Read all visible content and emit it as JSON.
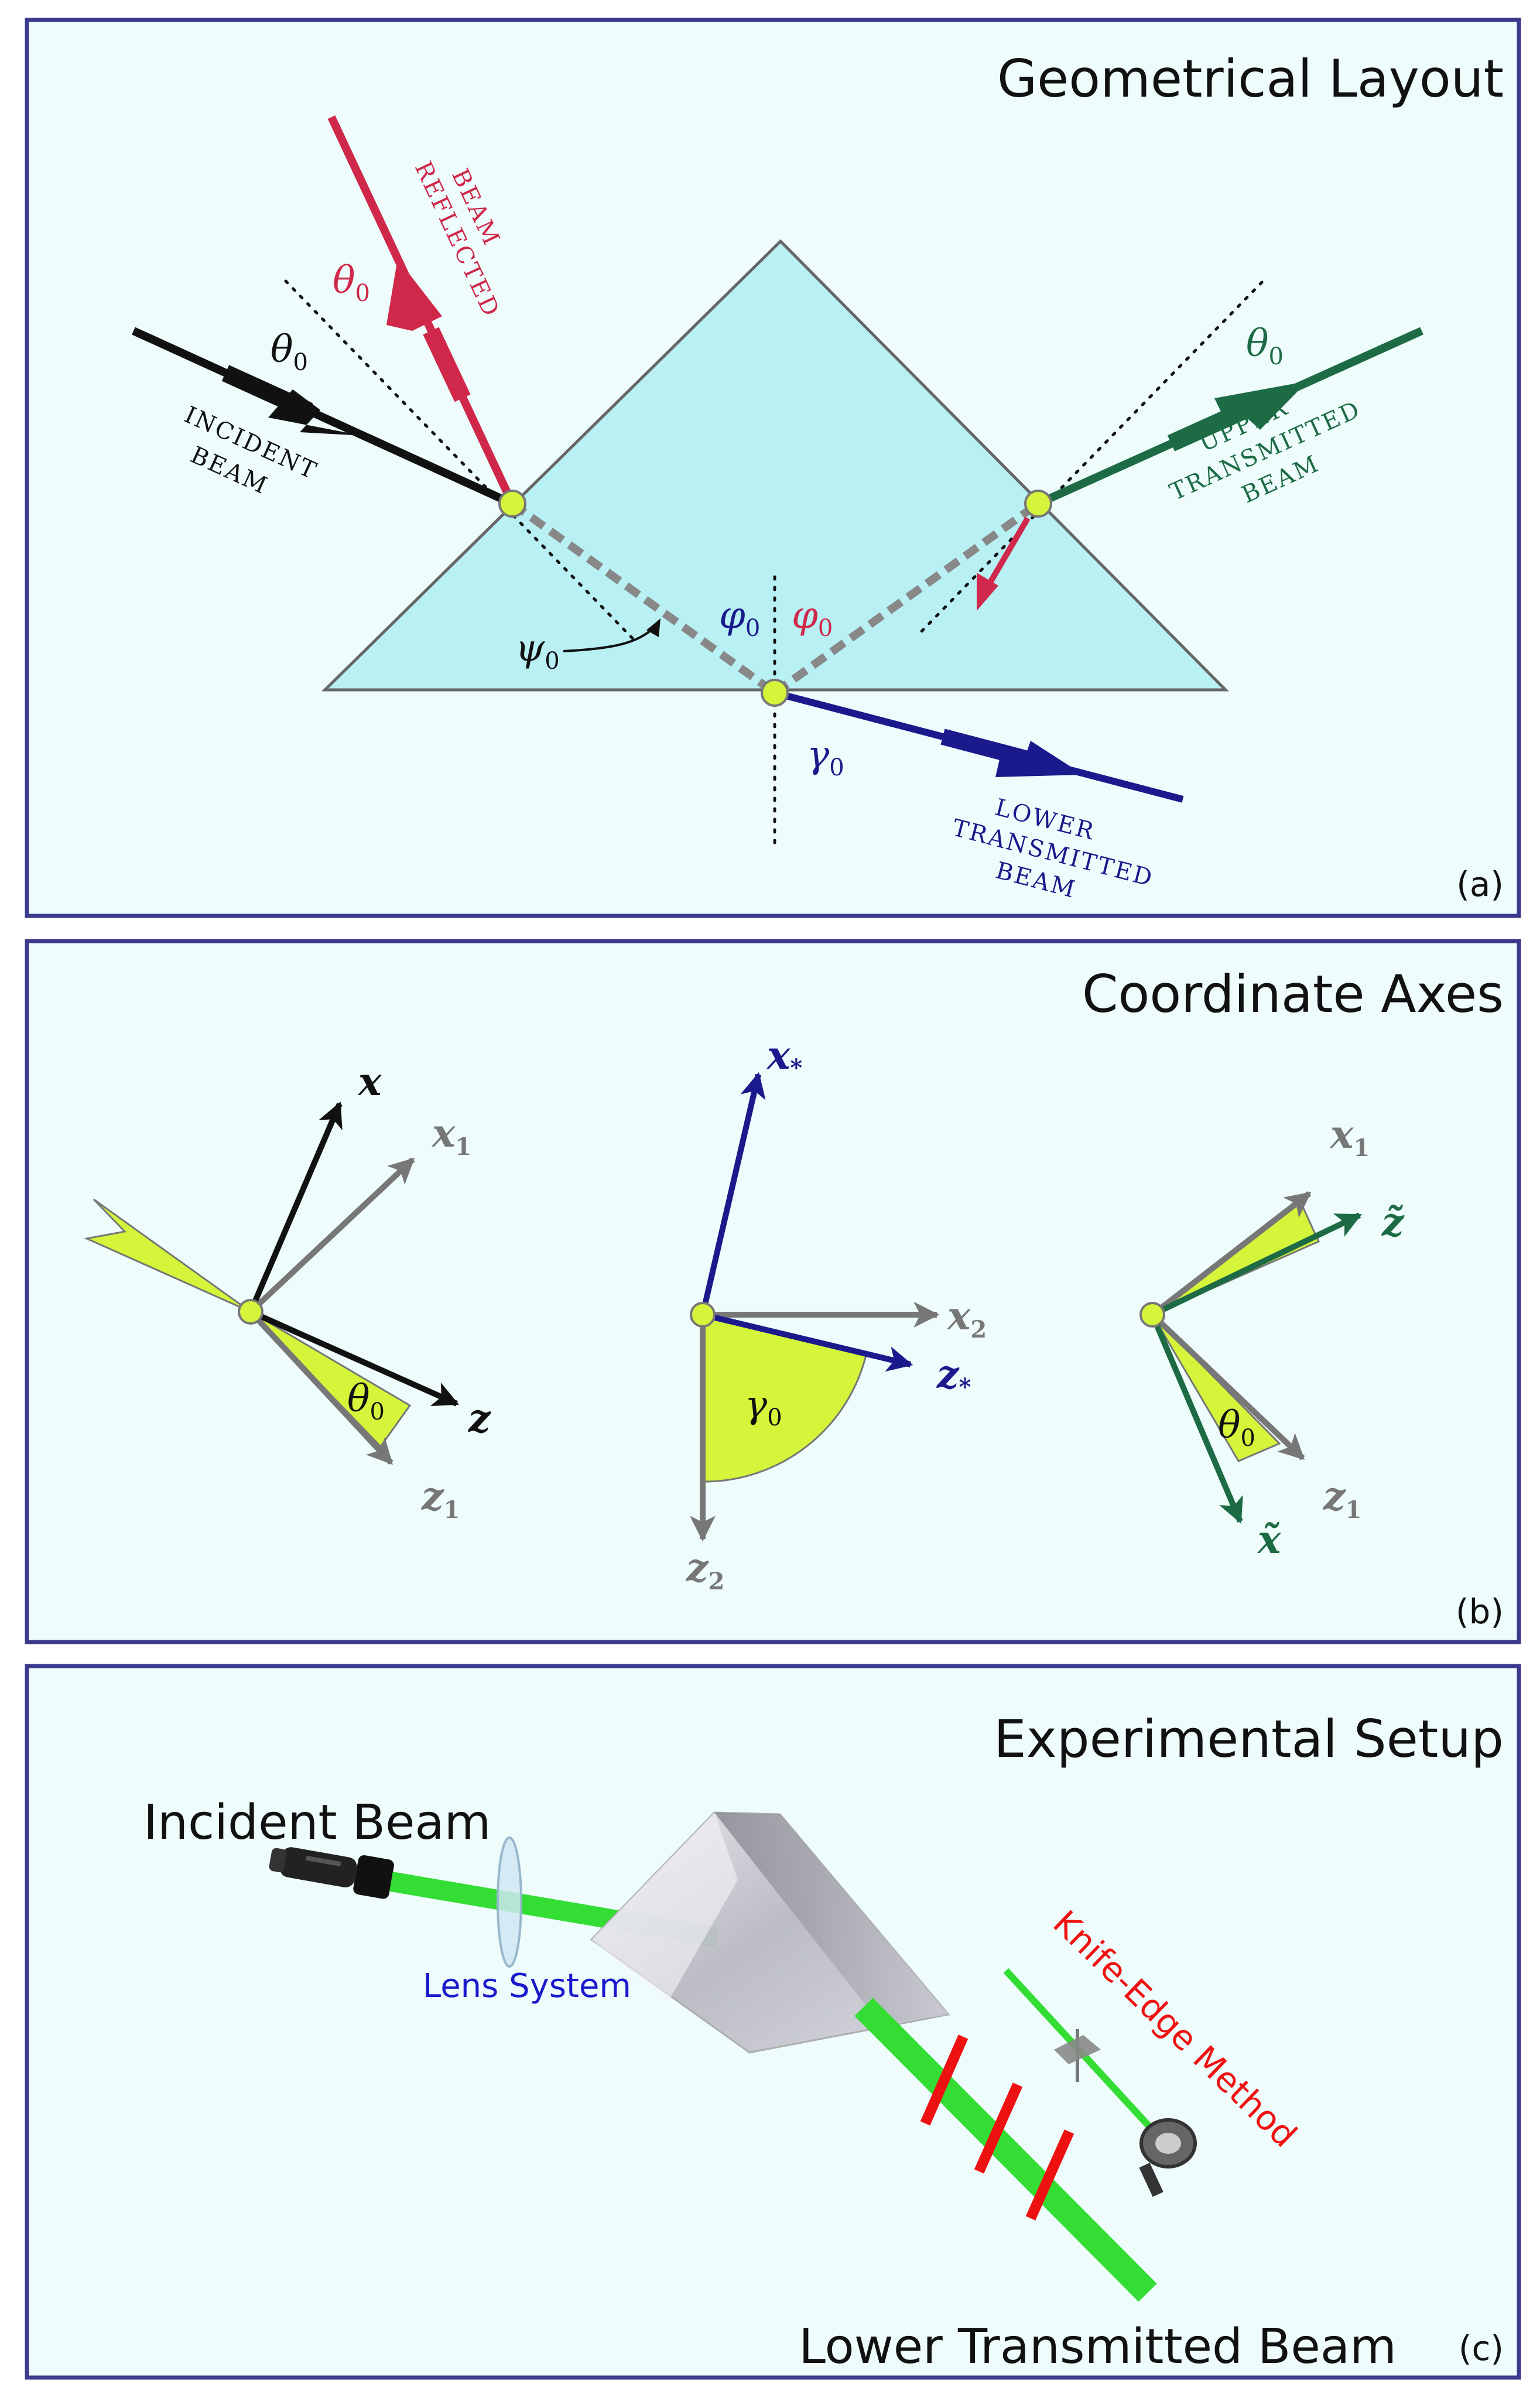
{
  "panels": {
    "a": {
      "title": "Geometrical Layout",
      "tag": "(a)"
    },
    "b": {
      "title": "Coordinate Axes",
      "tag": "(b)"
    },
    "c": {
      "title": "Experimental Setup",
      "tag": "(c)"
    }
  },
  "beams": {
    "incident": [
      "INCIDENT",
      "BEAM"
    ],
    "reflected": [
      "BEAM",
      "REFLECTED"
    ],
    "upper": [
      "UPPER",
      "TRANSMITTED",
      "BEAM"
    ],
    "lower": [
      "LOWER",
      "TRANSMITTED",
      "BEAM"
    ]
  },
  "symbols": {
    "theta": "θ",
    "phi": "φ",
    "psi": "ψ",
    "gamma": "γ",
    "zero": "0"
  },
  "axes": {
    "x": "x",
    "z": "z",
    "x1": "x",
    "z1": "z",
    "one": "1",
    "xs": "x",
    "zs": "z",
    "star": "*",
    "x2": "x",
    "z2": "z",
    "two": "2",
    "xt": "x̃",
    "zt": "z̃"
  },
  "setup": {
    "incident": "Incident Beam",
    "lens": "Lens System",
    "knife": "Knife-Edge Method",
    "lower": "Lower Transmitted Beam"
  },
  "colors": {
    "panel_bg": "#eefcfc",
    "frame": "#3c3a8c",
    "prism": "#b8f0f4",
    "incident": "#111111",
    "reflected": "#d0284a",
    "upper": "#1d6b44",
    "lower": "#1a1a8c",
    "wedge": "#d4f53a",
    "laser": "#33dd33",
    "slit": "#ee1111",
    "lens_label": "#1a1acc",
    "knife_label": "#ee1111"
  }
}
